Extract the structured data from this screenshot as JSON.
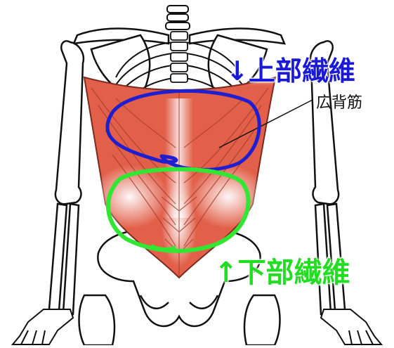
{
  "labels": {
    "upper_fibers": "↓上部繊維",
    "lower_fibers": "↑下部繊維",
    "muscle_name": "広背筋"
  },
  "colors": {
    "muscle": "#e2604a",
    "muscle_light": "#f6c9bd",
    "upper_outline": "#1f1fd0",
    "lower_outline": "#33e633",
    "bone_stroke": "#111111",
    "bone_fill": "#ffffff"
  },
  "icons": {
    "skeleton": "skeleton-back-view-illustration",
    "upper_marker": "blue-ellipse-outline",
    "lower_marker": "green-ellipse-outline"
  }
}
